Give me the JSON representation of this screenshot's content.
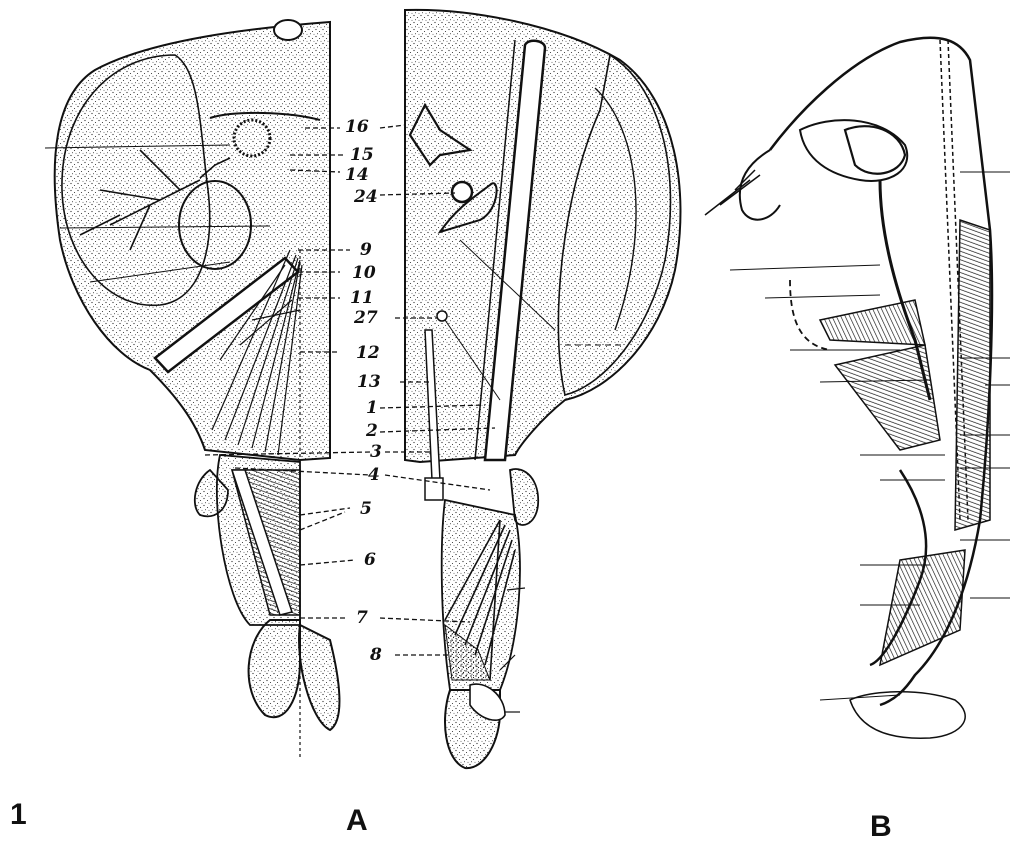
{
  "figure_number": "1",
  "panels": {
    "A": {
      "label": "A",
      "callouts": [
        "16",
        "15",
        "14",
        "24",
        "9",
        "10",
        "11",
        "27",
        "12",
        "13",
        "1",
        "2",
        "3",
        "4",
        "5",
        "6",
        "7",
        "8"
      ]
    },
    "B": {
      "label": "B"
    }
  }
}
